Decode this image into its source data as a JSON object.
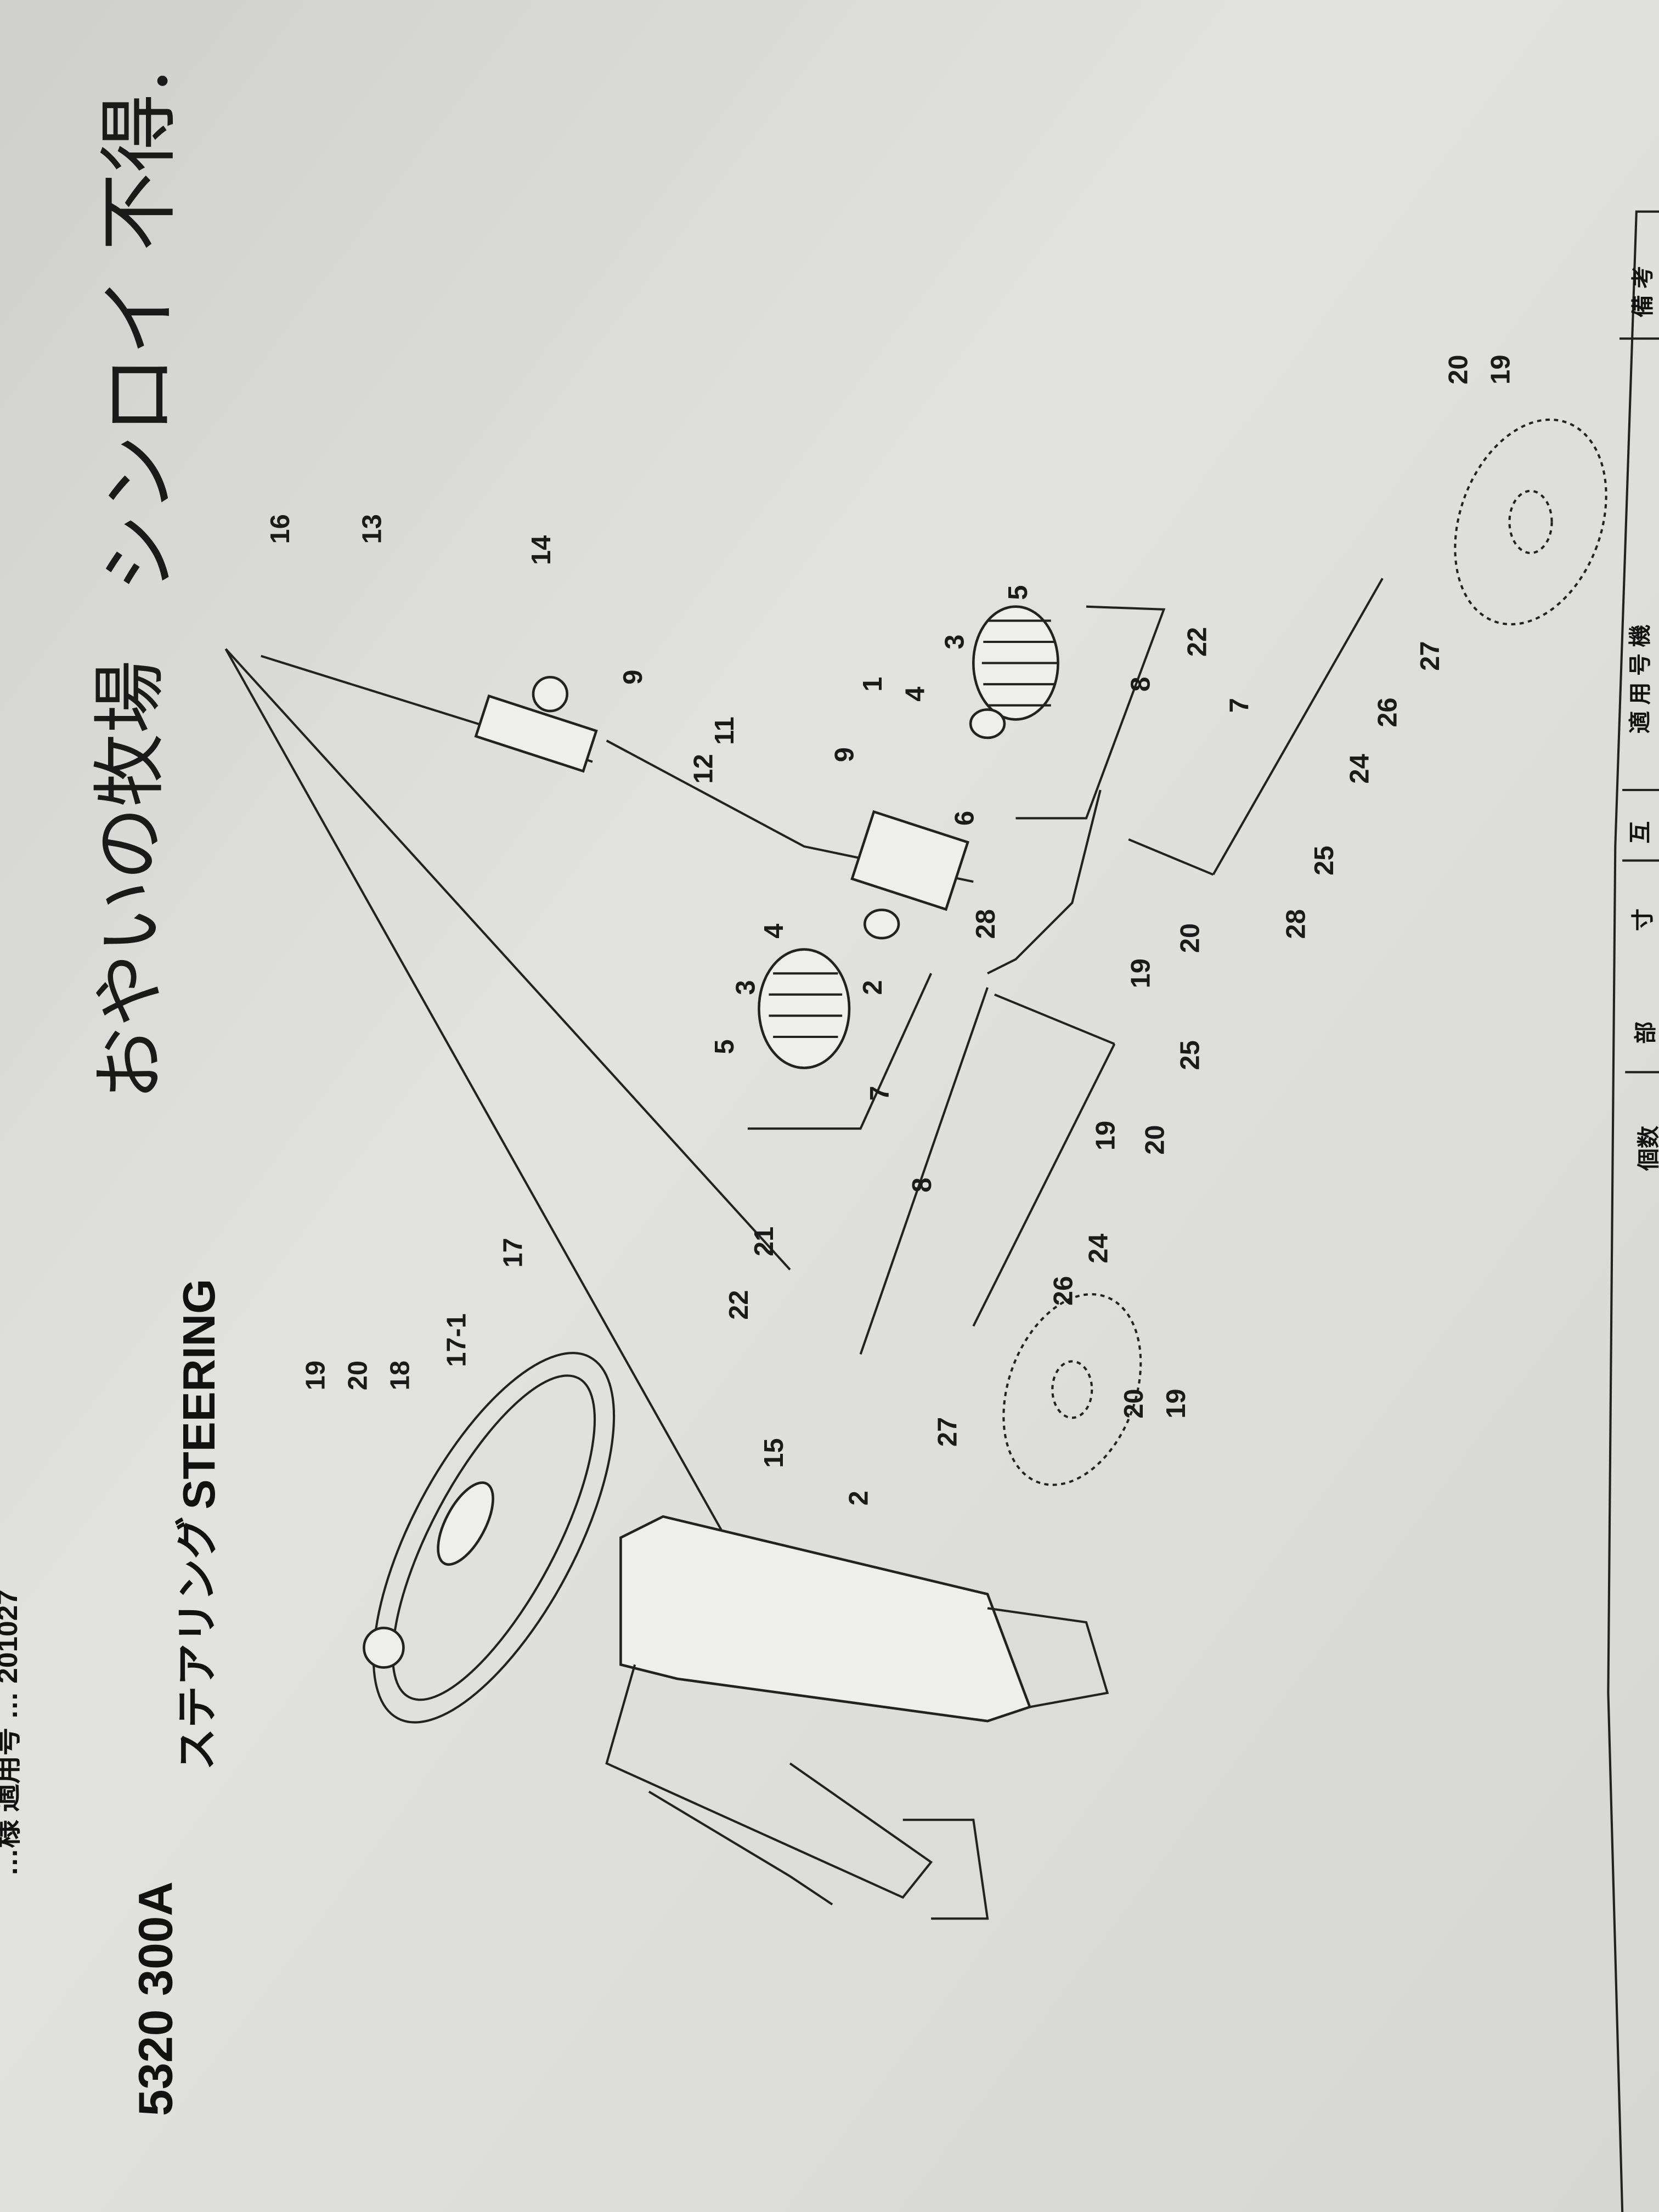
{
  "header": {
    "partial_top_text": "…様 適用号 … 201027",
    "model_code": "5320 300A",
    "title_jp": "ステアリング",
    "title_en": "STEERING"
  },
  "handwritten_notes": [
    "おやいの牧場",
    "シンロイ 不得."
  ],
  "table_headers": [
    "備 考",
    "適 用 号 機",
    "互",
    "寸",
    "部",
    "個数"
  ],
  "diagram": {
    "callouts": [
      "16",
      "13",
      "14",
      "9",
      "11",
      "12",
      "9",
      "1",
      "4",
      "3",
      "5",
      "8",
      "22",
      "7",
      "6",
      "28",
      "4",
      "3",
      "5",
      "2",
      "19",
      "20",
      "7",
      "8",
      "25",
      "19",
      "20",
      "21",
      "22",
      "24",
      "26",
      "27",
      "20",
      "19",
      "28",
      "25",
      "24",
      "26",
      "27",
      "20",
      "19",
      "19",
      "20",
      "18",
      "17",
      "17-1",
      "15",
      "2"
    ]
  },
  "colors": {
    "paper": "#dcdcda",
    "ink": "#1a1a1a"
  }
}
